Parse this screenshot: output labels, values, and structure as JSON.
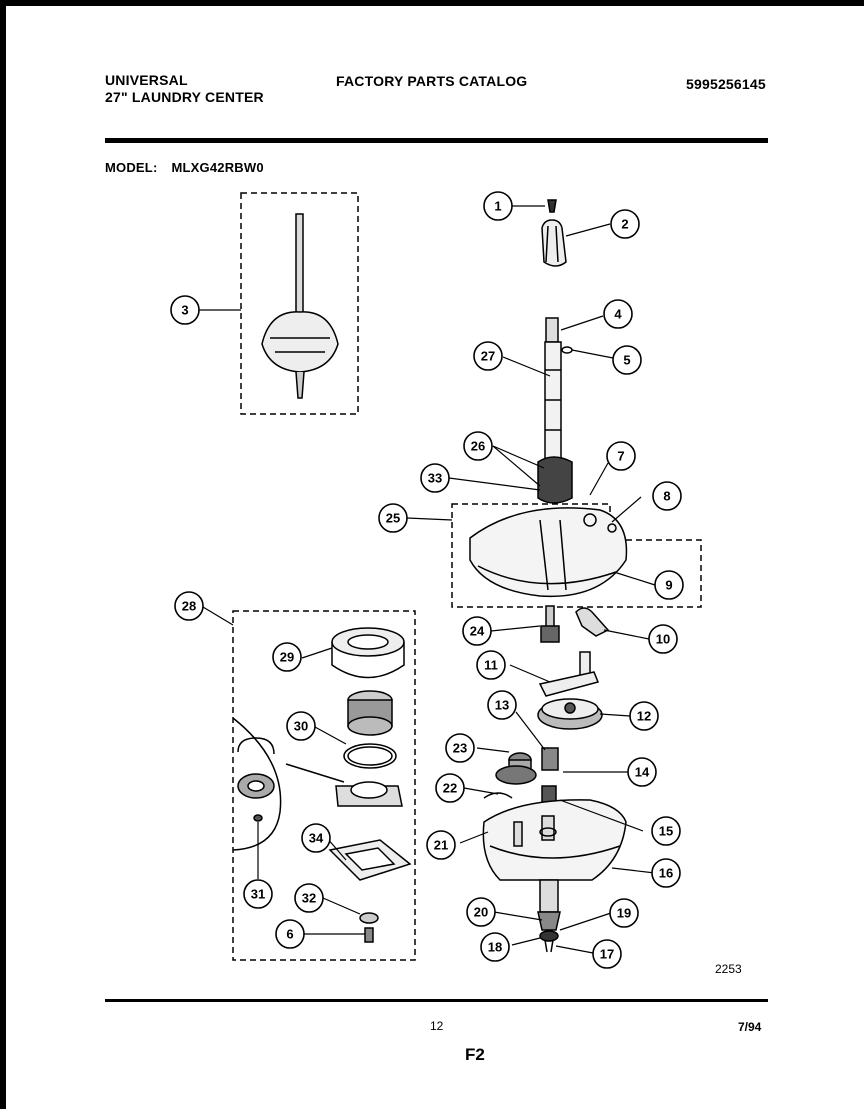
{
  "header": {
    "brand_line1": "UNIVERSAL",
    "brand_line2": "27\" LAUNDRY CENTER",
    "catalog_title": "FACTORY PARTS CATALOG",
    "part_number": "5995256145"
  },
  "model": {
    "label": "MODEL:",
    "value": "MLXG42RBW0"
  },
  "callouts": [
    "1",
    "2",
    "3",
    "4",
    "5",
    "6",
    "7",
    "8",
    "9",
    "10",
    "11",
    "12",
    "13",
    "14",
    "15",
    "16",
    "17",
    "18",
    "19",
    "20",
    "21",
    "22",
    "23",
    "24",
    "25",
    "26",
    "27",
    "28",
    "29",
    "30",
    "31",
    "32",
    "33",
    "34"
  ],
  "footer": {
    "drawing_number": "2253",
    "page_number": "12",
    "date": "7/94",
    "section": "F2"
  }
}
